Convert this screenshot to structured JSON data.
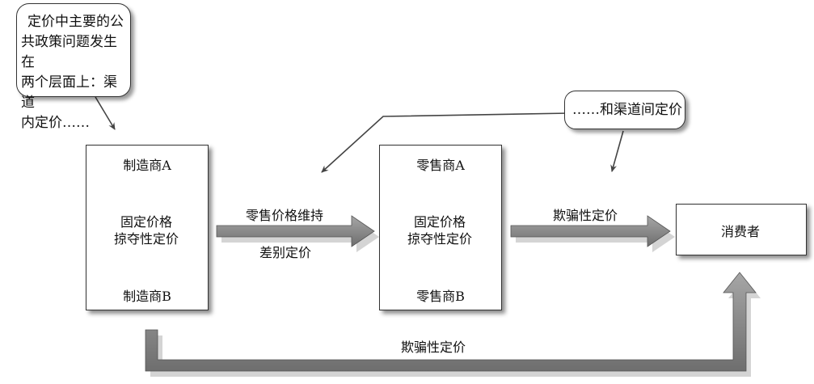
{
  "callouts": {
    "top_left_lines": [
      "定价中主要的公",
      "共政策问题发生在",
      "两个层面上：渠道",
      "内定价……"
    ],
    "top_right": "……和渠道间定价"
  },
  "manufacturers": {
    "top": "制造商A",
    "middle_line1": "固定价格",
    "middle_line2": "掠夺性定价",
    "bottom": "制造商B"
  },
  "retailers": {
    "top": "零售商A",
    "middle_line1": "固定价格",
    "middle_line2": "掠夺性定价",
    "bottom": "零售商B"
  },
  "consumer": "消费者",
  "links": {
    "mfr_to_retail_above": "零售价格维持",
    "mfr_to_retail_below": "差别定价",
    "retail_to_consumer": "欺骗性定价",
    "mfr_to_consumer_bottom": "欺骗性定价"
  },
  "colors": {
    "arrow_fill": "#8a8a8a",
    "arrow_shadow": "#cfcfcf",
    "border": "#333333"
  }
}
